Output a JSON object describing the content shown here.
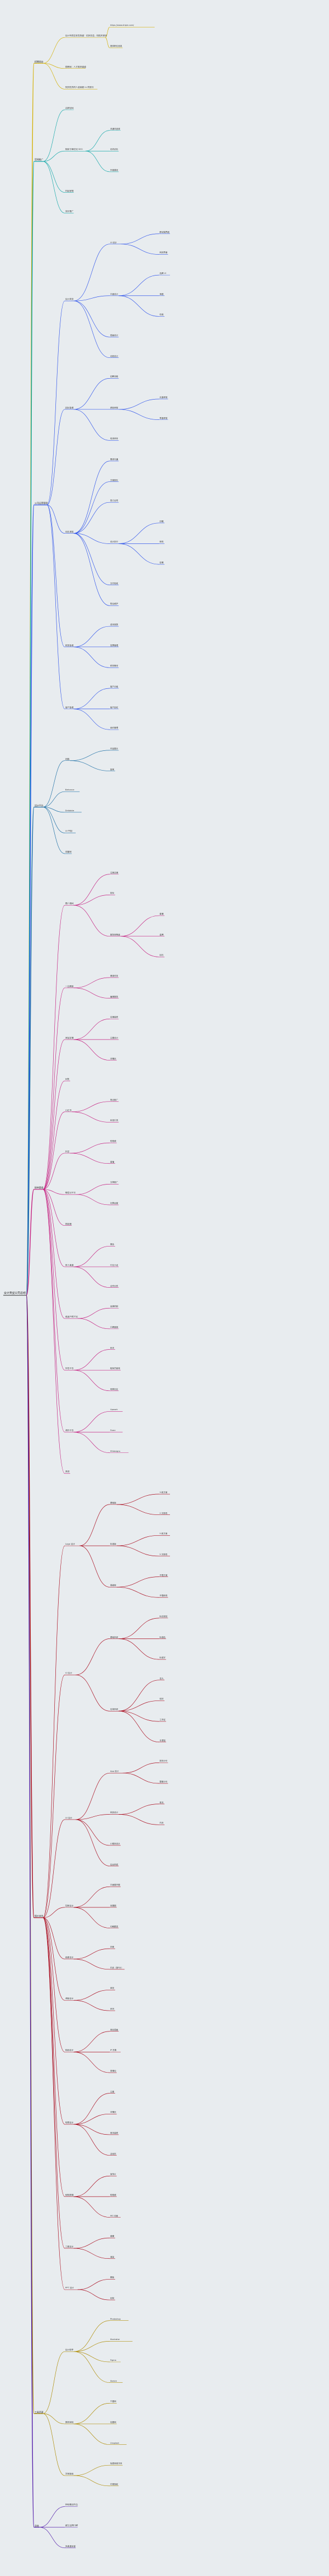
{
  "colors": {
    "background": "#e8ecef",
    "branch": [
      "#d4b106",
      "#13a8a8",
      "#2f54eb",
      "#1d6fa5",
      "#c41d7f",
      "#a8071a",
      "#ad8b00",
      "#531dab"
    ]
  },
  "root": {
    "label": "设计类型公司总结",
    "children": [
      {
        "label": "招聘网站",
        "children": [
          {
            "label": "设计师类型发包频道：优质优会，找相关需求",
            "children": [
              {
                "label": "https://www.zhipin.com/",
                "children": []
              },
              {
                "label": "提供职位信息",
                "children": []
              }
            ]
          },
          {
            "label": "猎聘网：人才需求渠道",
            "children": []
          },
          {
            "label": "找到优秀的人选或者 hr 的账号",
            "children": []
          }
        ]
      },
      {
        "label": "官网推广",
        "children": [
          {
            "label": "品牌官网",
            "children": []
          },
          {
            "label": "搜索引擎优化 SEO",
            "children": [
              {
                "label": "关键词选择",
                "children": []
              },
              {
                "label": "站内优化",
                "children": []
              },
              {
                "label": "外链建设",
                "children": []
              }
            ]
          },
          {
            "label": "内容营销",
            "children": []
          },
          {
            "label": "竞价推广",
            "children": []
          }
        ]
      },
      {
        "label": "公司运营管理",
        "children": [
          {
            "label": "设计类型",
            "children": [
              {
                "label": "UI 设计",
                "children": [
                  {
                    "label": "移动端界面",
                    "children": []
                  },
                  {
                    "label": "网页界面",
                    "children": []
                  }
                ]
              },
              {
                "label": "平面设计",
                "children": [
                  {
                    "label": "品牌 VI",
                    "children": []
                  },
                  {
                    "label": "海报",
                    "children": []
                  },
                  {
                    "label": "包装",
                    "children": []
                  }
                ]
              },
              {
                "label": "插画设计",
                "children": []
              },
              {
                "label": "动效设计",
                "children": []
              }
            ]
          },
          {
            "label": "团队管理",
            "children": [
              {
                "label": "招聘流程",
                "children": []
              },
              {
                "label": "绩效考核",
                "children": [
                  {
                    "label": "月度考核",
                    "children": []
                  },
                  {
                    "label": "季度考核",
                    "children": []
                  }
                ]
              },
              {
                "label": "培训体系",
                "children": []
              }
            ]
          },
          {
            "label": "项目流程",
            "children": [
              {
                "label": "需求沟通",
                "children": []
              },
              {
                "label": "方案报价",
                "children": []
              },
              {
                "label": "签订合同",
                "children": []
              },
              {
                "label": "设计执行",
                "children": [
                  {
                    "label": "初稿",
                    "children": []
                  },
                  {
                    "label": "修改",
                    "children": []
                  },
                  {
                    "label": "定稿",
                    "children": []
                  }
                ]
              },
              {
                "label": "交付验收",
                "children": []
              },
              {
                "label": "售后维护",
                "children": []
              }
            ]
          },
          {
            "label": "财务管理",
            "children": [
              {
                "label": "成本核算",
                "children": []
              },
              {
                "label": "发票管理",
                "children": []
              },
              {
                "label": "税务筹划",
                "children": []
              }
            ]
          },
          {
            "label": "客户管理",
            "children": [
              {
                "label": "客户分级",
                "children": []
              },
              {
                "label": "客户回访",
                "children": []
              },
              {
                "label": "续约管理",
                "children": []
              }
            ]
          }
        ]
      },
      {
        "label": "设计平台",
        "children": [
          {
            "label": "站酷",
            "children": [
              {
                "label": "作品展示",
                "children": []
              },
              {
                "label": "接单",
                "children": []
              }
            ]
          },
          {
            "label": "Behance",
            "children": []
          },
          {
            "label": "Dribbble",
            "children": []
          },
          {
            "label": "UI 中国",
            "children": []
          },
          {
            "label": "花瓣网",
            "children": []
          }
        ]
      },
      {
        "label": "接单渠道",
        "children": [
          {
            "label": "猪八戒网",
            "children": [
              {
                "label": "注册店铺",
                "children": []
              },
              {
                "label": "投标",
                "children": []
              },
              {
                "label": "服务商等级",
                "children": [
                  {
                    "label": "普通",
                    "children": []
                  },
                  {
                    "label": "金牌",
                    "children": []
                  },
                  {
                    "label": "钻石",
                    "children": []
                  }
                ]
              }
            ]
          },
          {
            "label": "一品威客",
            "children": [
              {
                "label": "悬赏任务",
                "children": []
              },
              {
                "label": "雇佣服务",
                "children": []
              }
            ]
          },
          {
            "label": "淘宝店铺",
            "children": [
              {
                "label": "店铺装修",
                "children": []
              },
              {
                "label": "主图设计",
                "children": []
              },
              {
                "label": "详情页",
                "children": []
              }
            ]
          },
          {
            "label": "闲鱼",
            "children": []
          },
          {
            "label": "小红书",
            "children": [
              {
                "label": "笔记推广",
                "children": []
              },
              {
                "label": "私信引流",
                "children": []
              }
            ]
          },
          {
            "label": "抖音",
            "children": [
              {
                "label": "短视频",
                "children": []
              },
              {
                "label": "直播",
                "children": []
              }
            ]
          },
          {
            "label": "微信公众号",
            "children": [
              {
                "label": "文章推广",
                "children": []
              },
              {
                "label": "社群运营",
                "children": []
              }
            ]
          },
          {
            "label": "朋友圈",
            "children": []
          },
          {
            "label": "线下渠道",
            "children": [
              {
                "label": "展会",
                "children": []
              },
              {
                "label": "行业沙龙",
                "children": []
              },
              {
                "label": "合作伙伴",
                "children": []
              }
            ]
          },
          {
            "label": "老客户转介绍",
            "children": [
              {
                "label": "返佣机制",
                "children": []
              },
              {
                "label": "口碑营销",
                "children": []
              }
            ]
          },
          {
            "label": "外包平台",
            "children": [
              {
                "label": "码市",
                "children": []
              },
              {
                "label": "程序员客栈",
                "children": []
              },
              {
                "label": "电鸭社区",
                "children": []
              }
            ]
          },
          {
            "label": "海外平台",
            "children": [
              {
                "label": "Upwork",
                "children": []
              },
              {
                "label": "Fiverr",
                "children": []
              },
              {
                "label": "99designs",
                "children": []
              }
            ]
          },
          {
            "label": "其他",
            "children": []
          }
        ]
      },
      {
        "label": "报价体系",
        "children": [
          {
            "label": "Logo 设计",
            "children": [
              {
                "label": "基础版",
                "children": [
                  {
                    "label": "3 款方案",
                    "children": []
                  },
                  {
                    "label": "2 次修改",
                    "children": []
                  }
                ]
              },
              {
                "label": "标准版",
                "children": [
                  {
                    "label": "5 款方案",
                    "children": []
                  },
                  {
                    "label": "5 次修改",
                    "children": []
                  }
                ]
              },
              {
                "label": "高级版",
                "children": [
                  {
                    "label": "不限方案",
                    "children": []
                  },
                  {
                    "label": "不限修改",
                    "children": []
                  }
                ]
              }
            ]
          },
          {
            "label": "VI 设计",
            "children": [
              {
                "label": "基础系统",
                "children": [
                  {
                    "label": "标志规范",
                    "children": []
                  },
                  {
                    "label": "标准色",
                    "children": []
                  },
                  {
                    "label": "标准字",
                    "children": []
                  }
                ]
              },
              {
                "label": "应用系统",
                "children": [
                  {
                    "label": "名片",
                    "children": []
                  },
                  {
                    "label": "信封",
                    "children": []
                  },
                  {
                    "label": "工作证",
                    "children": []
                  },
                  {
                    "label": "手提袋",
                    "children": []
                  }
                ]
              }
            ]
          },
          {
            "label": "UI 设计",
            "children": [
              {
                "label": "App 设计",
                "children": [
                  {
                    "label": "按页计价",
                    "children": []
                  },
                  {
                    "label": "整套计价",
                    "children": []
                  }
                ]
              },
              {
                "label": "网页设计",
                "children": [
                  {
                    "label": "首页",
                    "children": []
                  },
                  {
                    "label": "内页",
                    "children": []
                  }
                ]
              },
              {
                "label": "小程序设计",
                "children": []
              },
              {
                "label": "后台系统",
                "children": []
              }
            ]
          },
          {
            "label": "包装设计",
            "children": [
              {
                "label": "平面展开图",
                "children": []
              },
              {
                "label": "效果图",
                "children": []
              },
              {
                "label": "印刷跟进",
                "children": []
              }
            ]
          },
          {
            "label": "画册设计",
            "children": [
              {
                "label": "封面",
                "children": []
              },
              {
                "label": "内页（按P计）",
                "children": []
              }
            ]
          },
          {
            "label": "海报设计",
            "children": [
              {
                "label": "单张",
                "children": []
              },
              {
                "label": "系列",
                "children": []
              }
            ]
          },
          {
            "label": "插画设计",
            "children": [
              {
                "label": "商业插画",
                "children": []
              },
              {
                "label": "IP 形象",
                "children": []
              },
              {
                "label": "表情包",
                "children": []
              }
            ]
          },
          {
            "label": "电商设计",
            "children": [
              {
                "label": "主图",
                "children": []
              },
              {
                "label": "详情页",
                "children": []
              },
              {
                "label": "首页装修",
                "children": []
              },
              {
                "label": "活动页",
                "children": []
              }
            ]
          },
          {
            "label": "视频剪辑",
            "children": [
              {
                "label": "宣传片",
                "children": []
              },
              {
                "label": "短视频",
                "children": []
              },
              {
                "label": "MG 动画",
                "children": []
              }
            ]
          },
          {
            "label": "三维设计",
            "children": [
              {
                "label": "建模",
                "children": []
              },
              {
                "label": "渲染",
                "children": []
              }
            ]
          },
          {
            "label": "PPT 设计",
            "children": [
              {
                "label": "模板",
                "children": []
              },
              {
                "label": "定制",
                "children": []
              }
            ]
          }
        ]
      },
      {
        "label": "工具资源",
        "children": [
          {
            "label": "设计软件",
            "children": [
              {
                "label": "Photoshop",
                "children": []
              },
              {
                "label": "Illustrator",
                "children": []
              },
              {
                "label": "Figma",
                "children": []
              },
              {
                "label": "Sketch",
                "children": []
              }
            ]
          },
          {
            "label": "素材网站",
            "children": [
              {
                "label": "千图网",
                "children": []
              },
              {
                "label": "包图网",
                "children": []
              },
              {
                "label": "Unsplash",
                "children": []
              }
            ]
          },
          {
            "label": "字体版权",
            "children": [
              {
                "label": "免费商用字体",
                "children": []
              },
              {
                "label": "付费授权",
                "children": []
              }
            ]
          }
        ]
      },
      {
        "label": "总结",
        "children": [
          {
            "label": "持续输出作品",
            "children": []
          },
          {
            "label": "建立品牌口碑",
            "children": []
          },
          {
            "label": "多渠道获客",
            "children": []
          }
        ]
      }
    ]
  }
}
